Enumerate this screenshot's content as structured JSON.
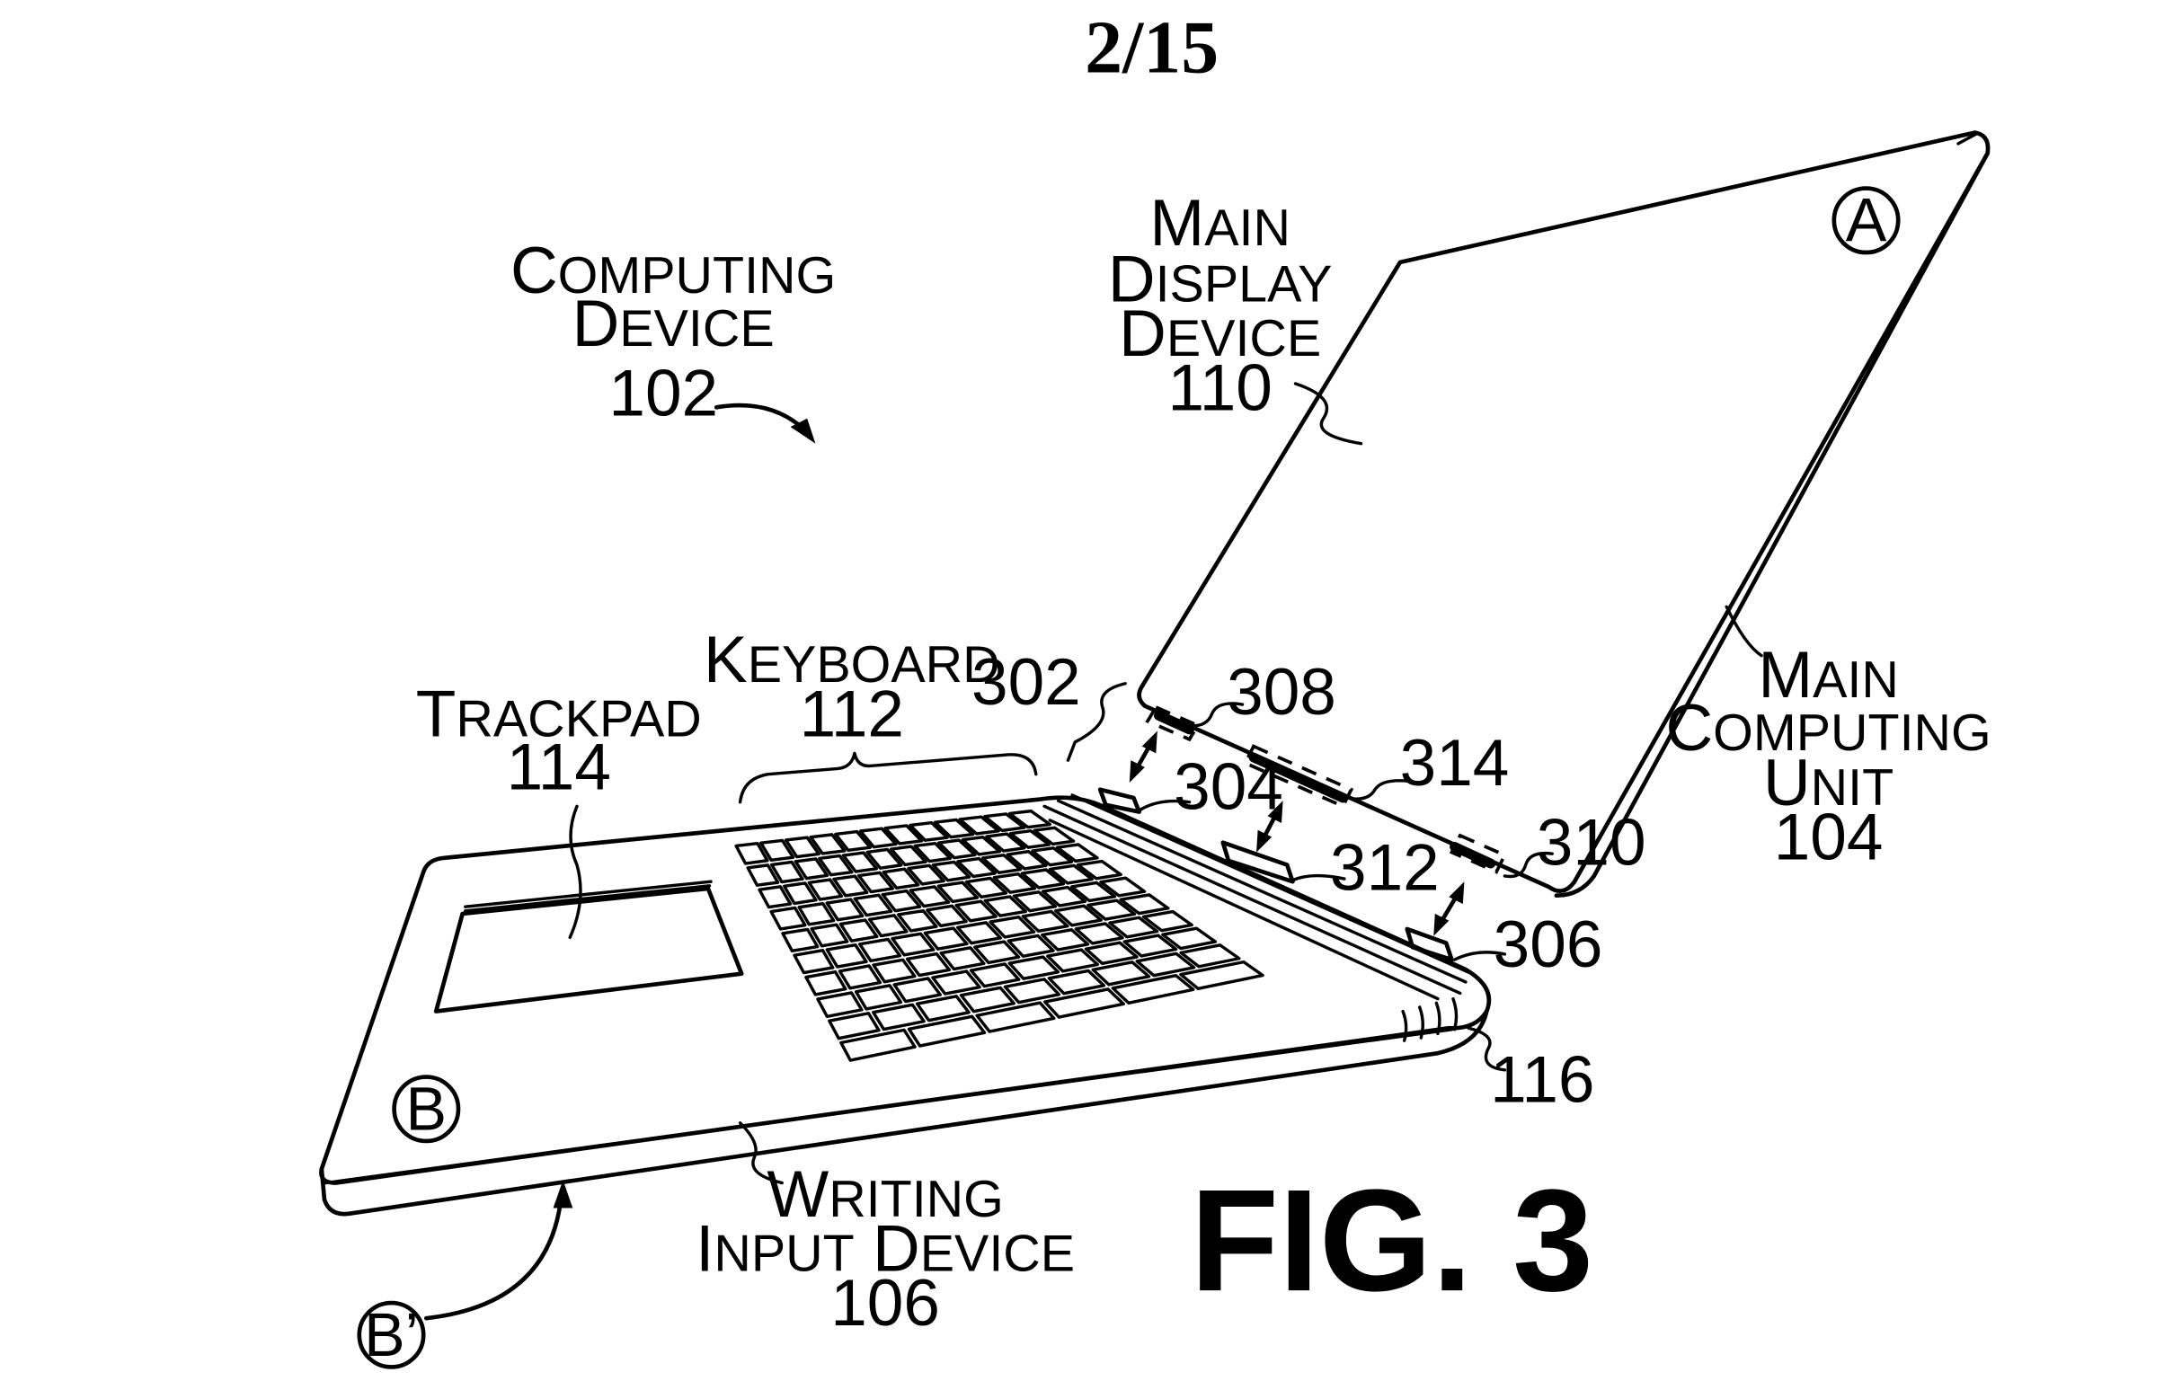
{
  "sheet": {
    "page_number": "2/15",
    "figure_label": "FIG. 3"
  },
  "labels": {
    "computing_device": {
      "line1": "Computing",
      "line2": "Device",
      "ref": "102"
    },
    "main_display_device": {
      "line1": "Main",
      "line2": "Display",
      "line3": "Device",
      "ref": "110"
    },
    "keyboard": {
      "line1": "Keyboard",
      "ref": "112"
    },
    "trackpad": {
      "line1": "Trackpad",
      "ref": "114"
    },
    "main_computing_unit": {
      "line1": "Main",
      "line2": "Computing",
      "line3": "Unit",
      "ref": "104"
    },
    "writing_input_device": {
      "line1": "Writing",
      "line2": "Input Device",
      "ref": "106"
    }
  },
  "reference_numerals": {
    "r302": "302",
    "r304": "304",
    "r306": "306",
    "r308": "308",
    "r310": "310",
    "r312": "312",
    "r314": "314",
    "r116": "116"
  },
  "view_markers": {
    "a": "A",
    "b": "B",
    "b_prime": "B’"
  }
}
